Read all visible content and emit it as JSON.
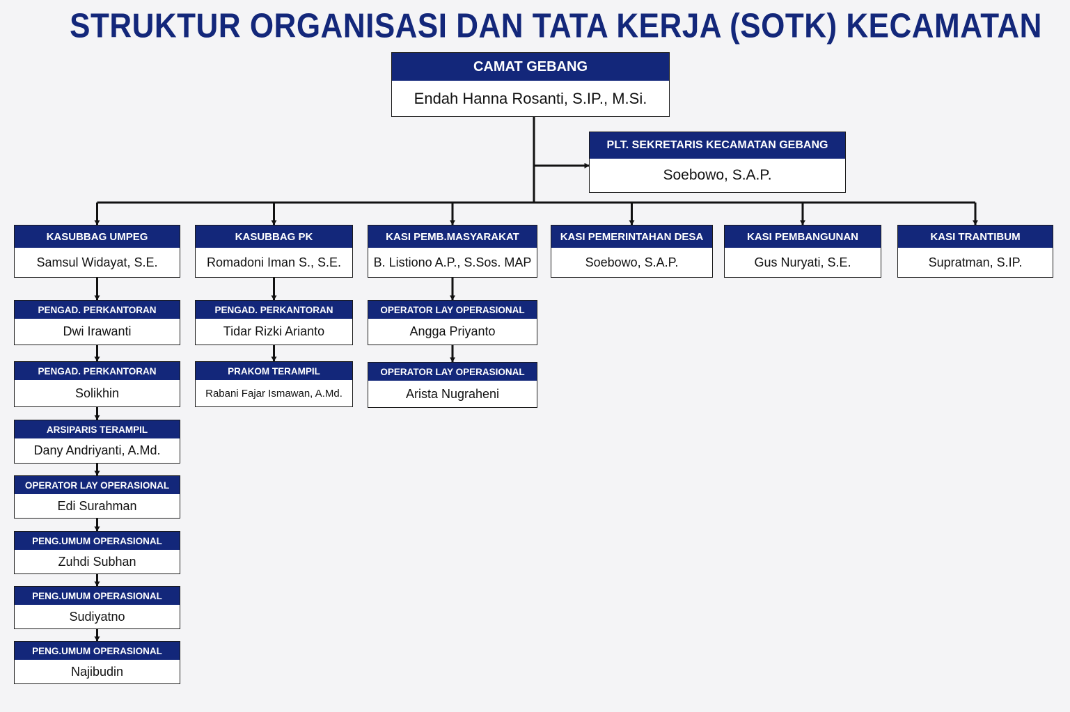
{
  "title": "STRUKTUR ORGANISASI DAN TATA KERJA (SOTK) KECAMATAN",
  "colors": {
    "header_bg": "#13277a",
    "title": "#13277a",
    "line": "#111111"
  },
  "camat": {
    "position": "CAMAT GEBANG",
    "name": "Endah Hanna Rosanti, S.IP., M.Si."
  },
  "sekretaris": {
    "position": "PLT. SEKRETARIS KECAMATAN GEBANG",
    "name": "Soebowo, S.A.P."
  },
  "units": [
    {
      "position": "KASUBBAG UMPEG",
      "name": "Samsul Widayat, S.E.",
      "staff": [
        {
          "position": "PENGAD. PERKANTORAN",
          "name": "Dwi Irawanti"
        },
        {
          "position": "PENGAD. PERKANTORAN",
          "name": "Solikhin"
        },
        {
          "position": "ARSIPARIS TERAMPIL",
          "name": "Dany Andriyanti, A.Md."
        },
        {
          "position": "OPERATOR LAY OPERASIONAL",
          "name": "Edi Surahman"
        },
        {
          "position": "PENG.UMUM OPERASIONAL",
          "name": "Zuhdi Subhan"
        },
        {
          "position": "PENG.UMUM OPERASIONAL",
          "name": "Sudiyatno"
        },
        {
          "position": "PENG.UMUM OPERASIONAL",
          "name": "Najibudin"
        }
      ]
    },
    {
      "position": "KASUBBAG  PK",
      "name": "Romadoni Iman S., S.E.",
      "staff": [
        {
          "position": "PENGAD. PERKANTORAN",
          "name": "Tidar Rizki Arianto"
        },
        {
          "position": "PRAKOM TERAMPIL",
          "name": "Rabani Fajar Ismawan, A.Md."
        }
      ]
    },
    {
      "position": "KASI PEMB.MASYARAKAT",
      "name": "B. Listiono A.P., S.Sos. MAP",
      "staff": [
        {
          "position": "OPERATOR LAY OPERASIONAL",
          "name": "Angga Priyanto"
        },
        {
          "position": "OPERATOR LAY OPERASIONAL",
          "name": "Arista Nugraheni"
        }
      ]
    },
    {
      "position": "KASI PEMERINTAHAN DESA",
      "name": "Soebowo, S.A.P.",
      "staff": []
    },
    {
      "position": "KASI PEMBANGUNAN",
      "name": "Gus Nuryati, S.E.",
      "staff": []
    },
    {
      "position": "KASI TRANTIBUM",
      "name": "Supratman, S.IP.",
      "staff": []
    }
  ]
}
